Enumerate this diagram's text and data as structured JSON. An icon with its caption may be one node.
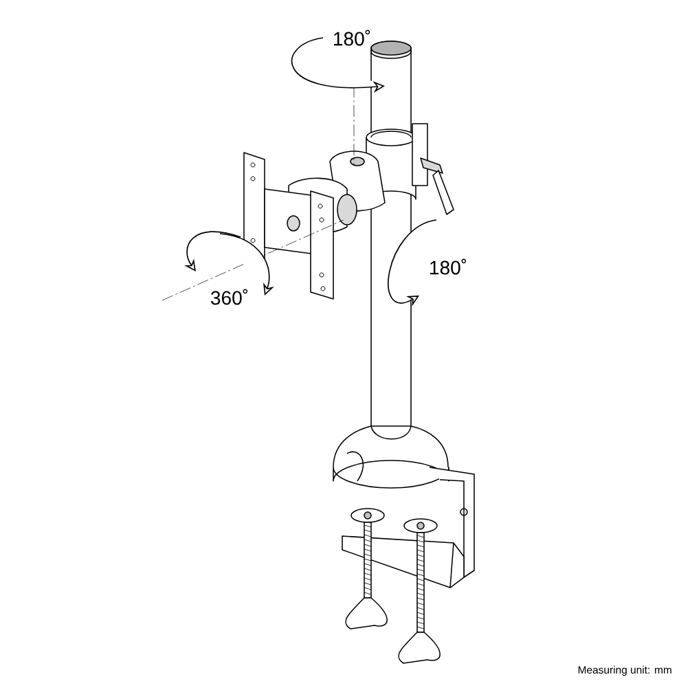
{
  "diagram": {
    "labels": [
      "180˚",
      "180˚",
      "360˚",
      "Measuring unit: mm"
    ]
  }
}
